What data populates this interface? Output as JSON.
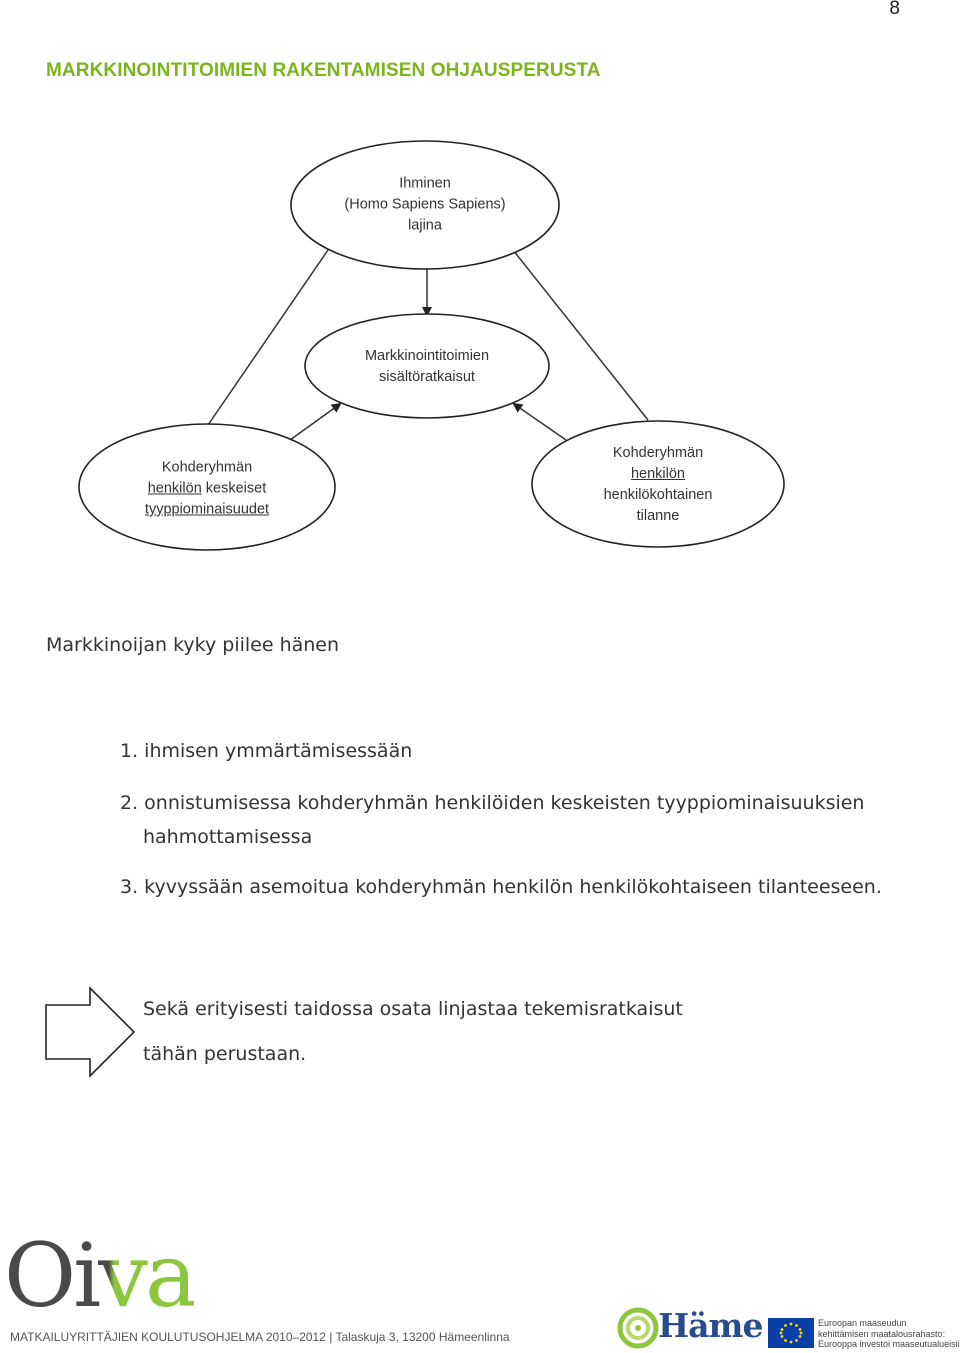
{
  "page_number": "8",
  "title": "MARKKINOINTITOIMIEN RAKENTAMISEN OHJAUSPERUSTA",
  "diagram": {
    "top_node": [
      "Ihminen",
      "(Homo Sapiens Sapiens)",
      "lajina"
    ],
    "center_node": [
      "Markkinointitoimien",
      "sisältöratkaisut"
    ],
    "left_node": {
      "line1": "Kohderyhmän",
      "line2_underlined": "henkilön",
      "line2_rest": " keskeiset",
      "line3_underlined": "tyyppiominaisuudet"
    },
    "right_node": {
      "line1": "Kohderyhmän",
      "line2_underlined": "henkilön",
      "line3": "henkilökohtainen",
      "line4": "tilanne"
    }
  },
  "intro": "Markkinoijan kyky piilee hänen",
  "list": [
    "1. ihmisen ymmärtämisessään",
    "2. onnistumisessa kohderyhmän henkilöiden keskeisten tyyppiominaisuuksien",
    "hahmottamisessa",
    "3. kyvyssään asemoitua kohderyhmän henkilön henkilökohtaiseen tilanteeseen."
  ],
  "arrow_note": [
    "Sekä erityisesti taidossa osata linjastaa tekemisratkaisut",
    "tähän perustaan."
  ],
  "footer": {
    "program": "MATKAILUYRITTÄJIEN KOULUTUSOHJELMA 2010–2012 | Talaskuja 3, 13200 Hämeenlinna",
    "logo_oiva": "Oiva",
    "logo_hame": "Häme",
    "eu_text": [
      "Euroopan maaseudun",
      "kehittämisen maatalousrahasto:",
      "Eurooppa investoi maaseutualueisiin"
    ]
  },
  "colors": {
    "title_green": "#7ab51d",
    "oiva_gray": "#555555",
    "oiva_green": "#8cc63f",
    "hame_green": "#8dc63f",
    "hame_blue": "#2a4a8f",
    "eu_blue": "#0b3fa8",
    "eu_star": "#ffdd00"
  }
}
